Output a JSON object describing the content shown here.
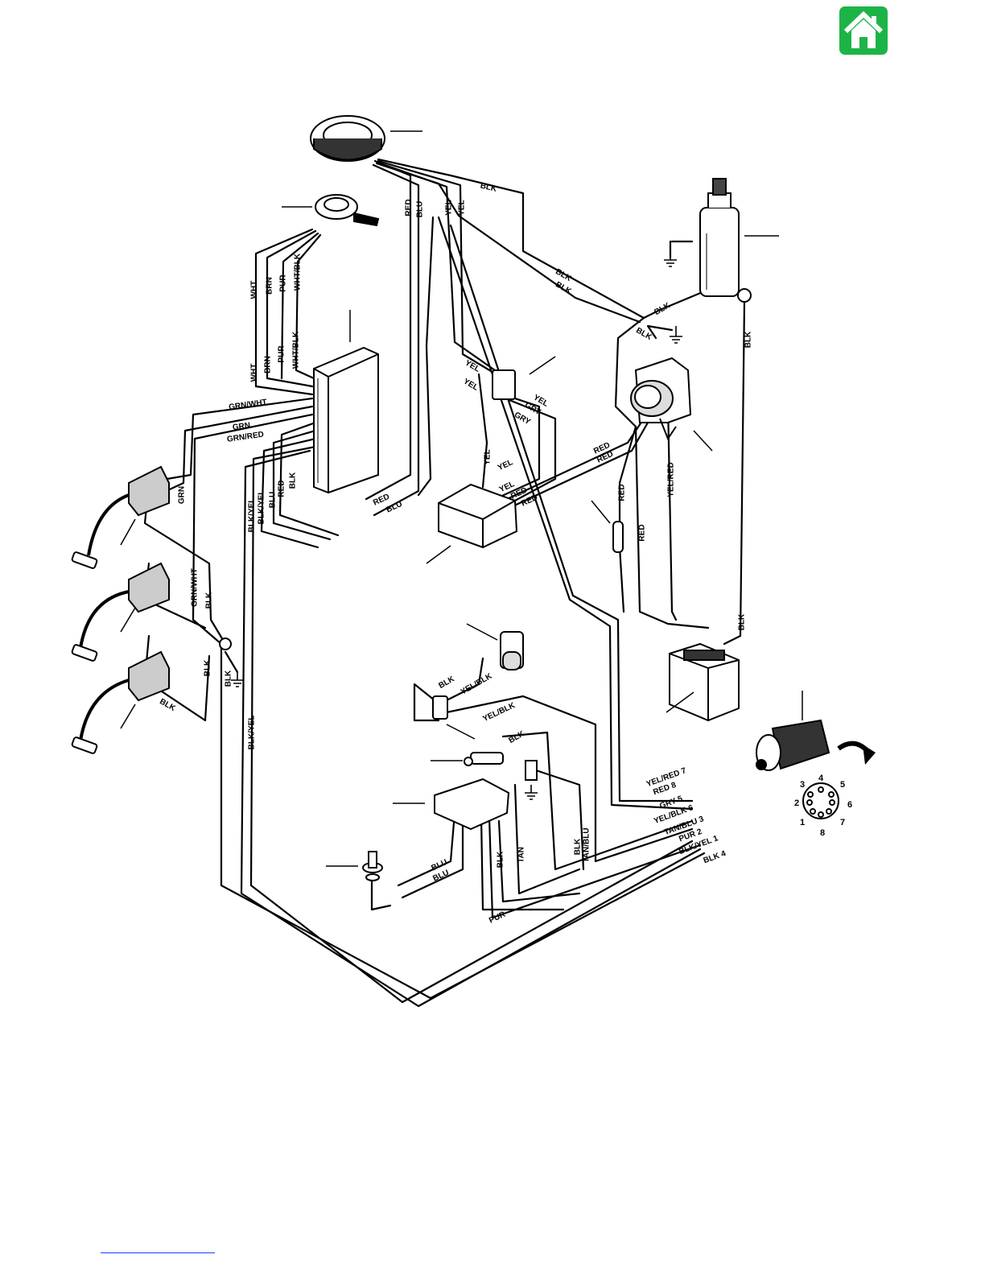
{
  "nav": {
    "home_icon": "home-icon",
    "accent": "#1db447"
  },
  "diagram": {
    "wire_labels": [
      {
        "t": "BLK"
      },
      {
        "t": "RED"
      },
      {
        "t": "BLU"
      },
      {
        "t": "YEL"
      },
      {
        "t": "YEL"
      },
      {
        "t": "BLK"
      },
      {
        "t": "BLK"
      },
      {
        "t": "BLK"
      },
      {
        "t": "BLK"
      },
      {
        "t": "BLK"
      },
      {
        "t": "BLK"
      },
      {
        "t": "WHT"
      },
      {
        "t": "BRN"
      },
      {
        "t": "PUR"
      },
      {
        "t": "WHT/BLK"
      },
      {
        "t": "WHT"
      },
      {
        "t": "BRN"
      },
      {
        "t": "PUR"
      },
      {
        "t": "WHT/BLK"
      },
      {
        "t": "GRN/WHT"
      },
      {
        "t": "GRN"
      },
      {
        "t": "GRN/RED"
      },
      {
        "t": "GRN"
      },
      {
        "t": "YEL"
      },
      {
        "t": "YEL"
      },
      {
        "t": "YEL"
      },
      {
        "t": "GRY"
      },
      {
        "t": "YEL"
      },
      {
        "t": "RED"
      },
      {
        "t": "RED"
      },
      {
        "t": "GRY"
      },
      {
        "t": "YEL"
      },
      {
        "t": "YEL"
      },
      {
        "t": "RED"
      },
      {
        "t": "RED"
      },
      {
        "t": "YEL/RED"
      },
      {
        "t": "RED"
      },
      {
        "t": "RED"
      },
      {
        "t": "BLK/YEL"
      },
      {
        "t": "BLK/YEL"
      },
      {
        "t": "BLU"
      },
      {
        "t": "RED"
      },
      {
        "t": "BLK"
      },
      {
        "t": "RED"
      },
      {
        "t": "BLU"
      },
      {
        "t": "GRN/WHT"
      },
      {
        "t": "BLK"
      },
      {
        "t": "BLK"
      },
      {
        "t": "BLK"
      },
      {
        "t": "BLK"
      },
      {
        "t": "BLK/YEL"
      },
      {
        "t": "BLK"
      },
      {
        "t": "YEL/BLK"
      },
      {
        "t": "YEL/BLK"
      },
      {
        "t": "BLK"
      },
      {
        "t": "BLU"
      },
      {
        "t": "BLU"
      },
      {
        "t": "BLK"
      },
      {
        "t": "TAN"
      },
      {
        "t": "BLK"
      },
      {
        "t": "TAN/BLU"
      },
      {
        "t": "PUR"
      },
      {
        "t": "YEL/RED 7"
      },
      {
        "t": "RED 8"
      },
      {
        "t": "GRY 5"
      },
      {
        "t": "YEL/BLK 6"
      },
      {
        "t": "TAN/BLU 3"
      },
      {
        "t": "PUR 2"
      },
      {
        "t": "BLK/YEL 1"
      },
      {
        "t": "BLK 4"
      }
    ],
    "pin_numbers": [
      {
        "t": "4"
      },
      {
        "t": "3"
      },
      {
        "t": "5"
      },
      {
        "t": "2"
      },
      {
        "t": "6"
      },
      {
        "t": "1"
      },
      {
        "t": "7"
      },
      {
        "t": "8"
      }
    ]
  }
}
